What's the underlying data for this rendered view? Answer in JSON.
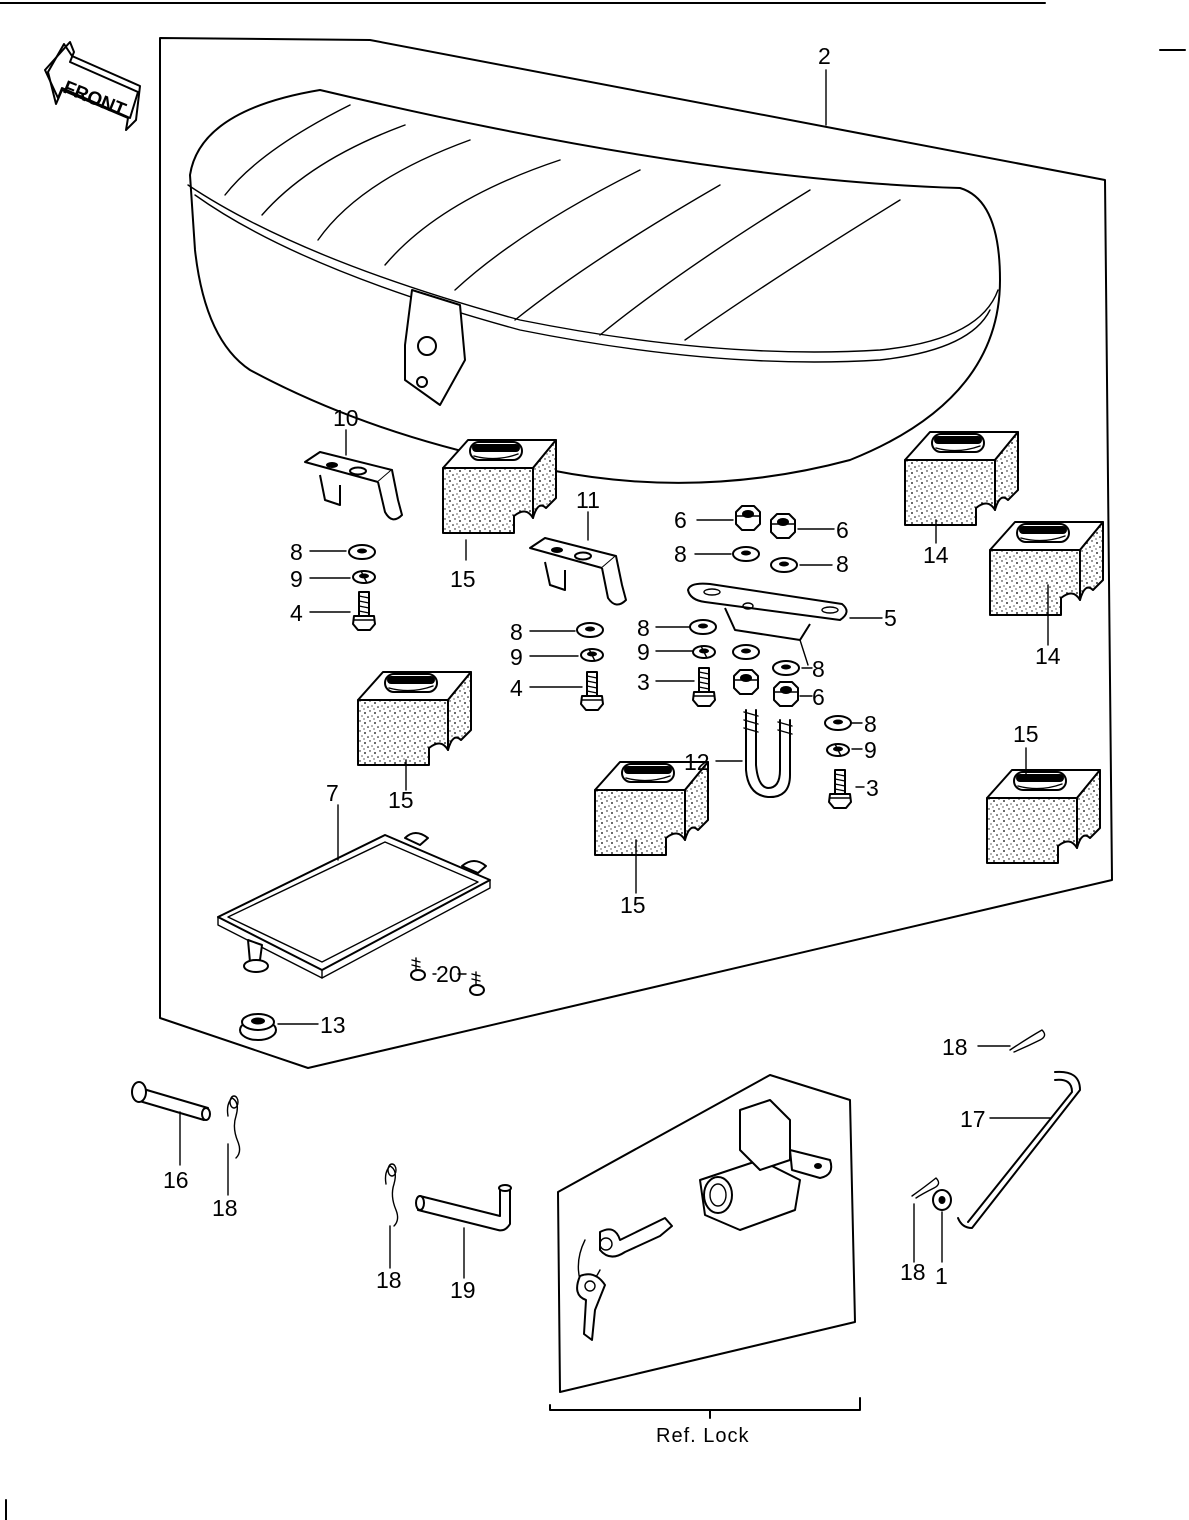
{
  "front_arrow_text": "FRONT",
  "callouts": {
    "c1": "1",
    "c2": "2",
    "c3a": "3",
    "c3b": "3",
    "c4a": "4",
    "c4b": "4",
    "c5": "5",
    "c6a": "6",
    "c6b": "6",
    "c6c": "6",
    "c7": "7",
    "c8a": "8",
    "c8b": "8",
    "c8c": "8",
    "c8d": "8",
    "c8e": "8",
    "c8f": "8",
    "c8g": "8",
    "c9a": "9",
    "c9b": "9",
    "c9c": "9",
    "c9d": "9",
    "c10": "10",
    "c11": "11",
    "c12": "12",
    "c13": "13",
    "c14a": "14",
    "c14b": "14",
    "c15a": "15",
    "c15b": "15",
    "c15c": "15",
    "c15d": "15",
    "c16": "16",
    "c17": "17",
    "c18a": "18",
    "c18b": "18",
    "c18c": "18",
    "c18d": "18",
    "c19": "19",
    "c20": "20"
  },
  "ref_lock_label": "Ref.  Lock"
}
